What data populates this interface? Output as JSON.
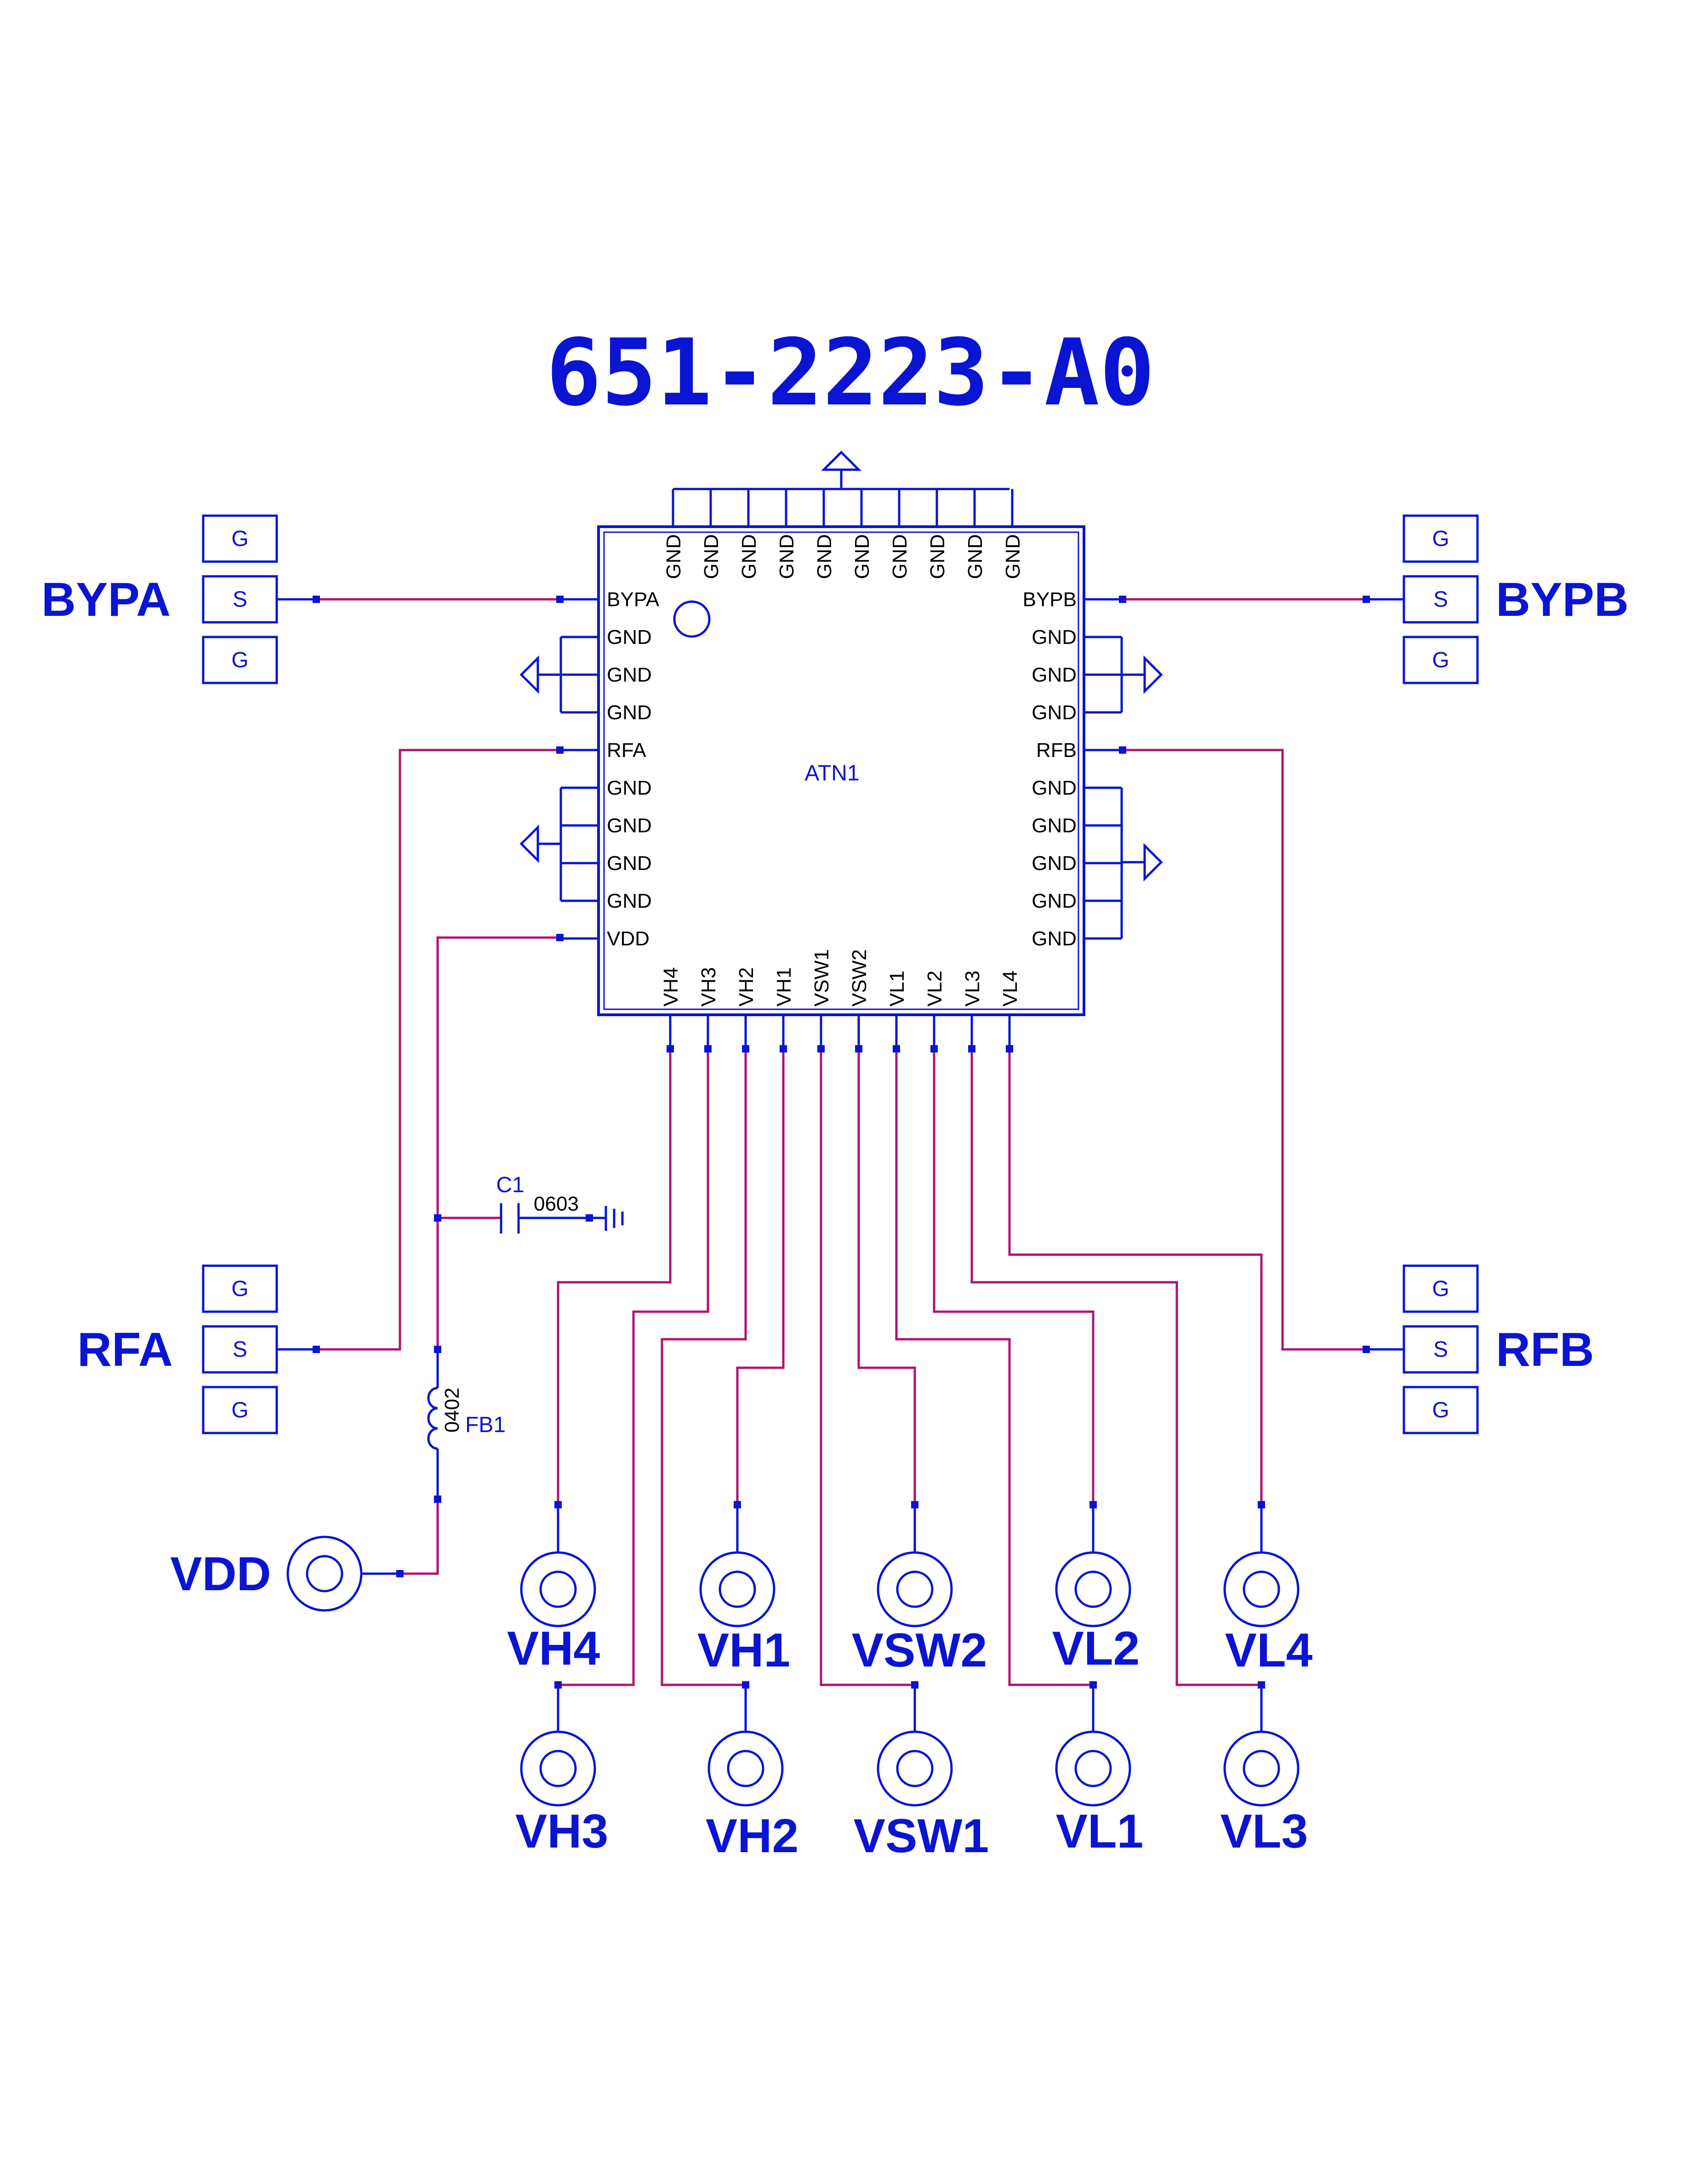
{
  "title": "651-2223-A0",
  "ic": {
    "designator": "ATN1",
    "top_pins": [
      "GND",
      "GND",
      "GND",
      "GND",
      "GND",
      "GND",
      "GND",
      "GND",
      "GND",
      "GND"
    ],
    "left_pins": [
      "BYPA",
      "GND",
      "GND",
      "GND",
      "RFA",
      "GND",
      "GND",
      "GND",
      "GND",
      "VDD"
    ],
    "right_pins": [
      "BYPB",
      "GND",
      "GND",
      "GND",
      "RFB",
      "GND",
      "GND",
      "GND",
      "GND",
      "GND"
    ],
    "bottom_pins": [
      "VH4",
      "VH3",
      "VH2",
      "VH1",
      "VSW1",
      "VSW2",
      "VL1",
      "VL2",
      "VL3",
      "VL4"
    ]
  },
  "connectors": [
    {
      "name": "BYPA",
      "pins": [
        "G",
        "S",
        "G"
      ]
    },
    {
      "name": "BYPB",
      "pins": [
        "G",
        "S",
        "G"
      ]
    },
    {
      "name": "RFA",
      "pins": [
        "G",
        "S",
        "G"
      ]
    },
    {
      "name": "RFB",
      "pins": [
        "G",
        "S",
        "G"
      ]
    }
  ],
  "components": {
    "capacitor": {
      "ref": "C1",
      "package": "0603"
    },
    "ferrite": {
      "ref": "FB1",
      "package": "0402"
    }
  },
  "test_points": [
    "VDD",
    "VH4",
    "VH1",
    "VSW2",
    "VL2",
    "VL4",
    "VH3",
    "VH2",
    "VSW1",
    "VL1",
    "VL3"
  ],
  "colors": {
    "component": "#0a14d2",
    "net": "#b0126e",
    "pin_text": "#000000"
  }
}
